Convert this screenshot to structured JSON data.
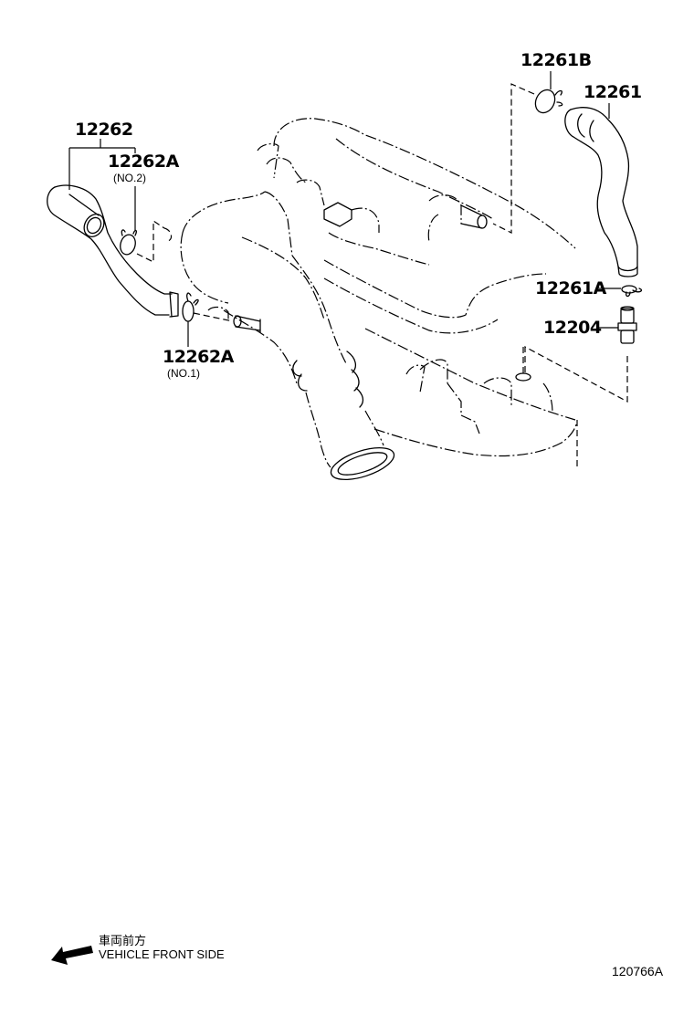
{
  "diagram": {
    "title": "",
    "figure_id": "120766A",
    "parts": [
      {
        "id": "12262",
        "label": "12262",
        "sub": ""
      },
      {
        "id": "12262A-no2",
        "label": "12262A",
        "sub": "(NO.2)"
      },
      {
        "id": "12262A-no1",
        "label": "12262A",
        "sub": "(NO.1)"
      },
      {
        "id": "12261B",
        "label": "12261B",
        "sub": ""
      },
      {
        "id": "12261",
        "label": "12261",
        "sub": ""
      },
      {
        "id": "12261A",
        "label": "12261A",
        "sub": ""
      },
      {
        "id": "12204",
        "label": "12204",
        "sub": ""
      }
    ],
    "direction_legend": {
      "icon": "arrow-front-left-icon",
      "japanese": "車両前方",
      "english": "VEHICLE FRONT SIDE"
    },
    "colors": {
      "line": "#000000",
      "background": "#ffffff"
    }
  }
}
